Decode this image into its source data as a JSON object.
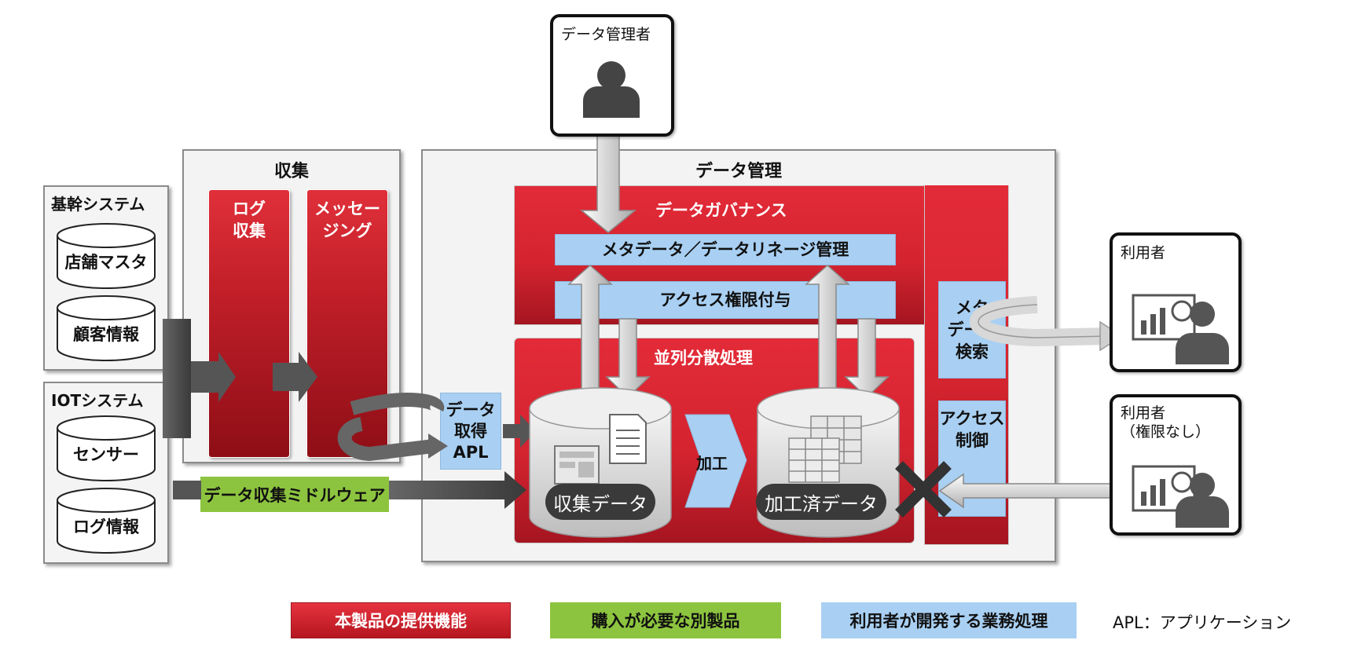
{
  "actors": {
    "data_admin": "データ管理者",
    "user1": "利用者",
    "user2_line1": "利用者",
    "user2_line2": "（権限なし）"
  },
  "sources": {
    "kikan": {
      "title": "基幹システム",
      "items": [
        "店舗マスタ",
        "顧客情報"
      ]
    },
    "iot": {
      "title": "IOTシステム",
      "items": [
        "センサー",
        "ログ情報"
      ]
    }
  },
  "collect": {
    "title": "収集",
    "log_line1": "ログ",
    "log_line2": "収集",
    "msg_line1": "メッセー",
    "msg_line2": "ジング"
  },
  "middleware": "データ収集ミドルウェア",
  "apl": {
    "line1": "データ",
    "line2": "取得",
    "line3": "APL"
  },
  "data_mgmt": {
    "title": "データ管理",
    "governance": "データガバナンス",
    "metadata": "メタデータ／データリネージ管理",
    "access_grant": "アクセス権限付与",
    "parallel": "並列分散処理",
    "process": "加工",
    "collected": "収集データ",
    "processed": "加工済データ",
    "meta_search": [
      "メタ",
      "データ",
      "検索"
    ],
    "access_control": [
      "アクセス",
      "制御"
    ]
  },
  "legend": {
    "product": "本製品の提供機能",
    "purchase": "購入が必要な別製品",
    "user_dev": "利用者が開発する業務処理",
    "apl_note": "APL：アプリケーション"
  },
  "colors": {
    "red": "#d42430",
    "blue": "#a9d0f3",
    "green": "#8dc43f",
    "dark": "#3a3a3a"
  }
}
